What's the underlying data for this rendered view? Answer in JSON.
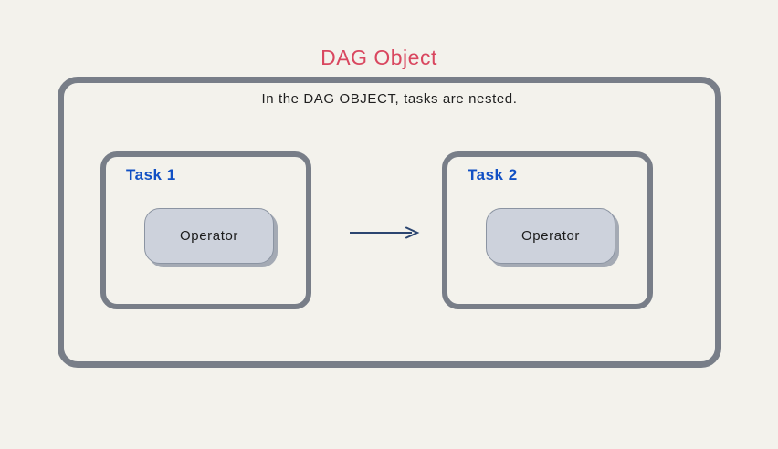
{
  "title": "DAG Object",
  "dag": {
    "caption": "In the DAG OBJECT, tasks are nested.",
    "tasks": [
      {
        "label": "Task 1",
        "operator": "Operator"
      },
      {
        "label": "Task 2",
        "operator": "Operator"
      }
    ],
    "connector": "arrow-right"
  },
  "colors": {
    "background": "#f3f2ec",
    "title_red": "#d9475f",
    "border_gray": "#787e88",
    "task_label_blue": "#1150c4",
    "operator_fill": "#cdd2dc",
    "operator_border": "#8b94a2",
    "operator_shadow": "#a4aab4",
    "arrow_navy": "#2b4570",
    "body_text": "#1f1f1f"
  }
}
